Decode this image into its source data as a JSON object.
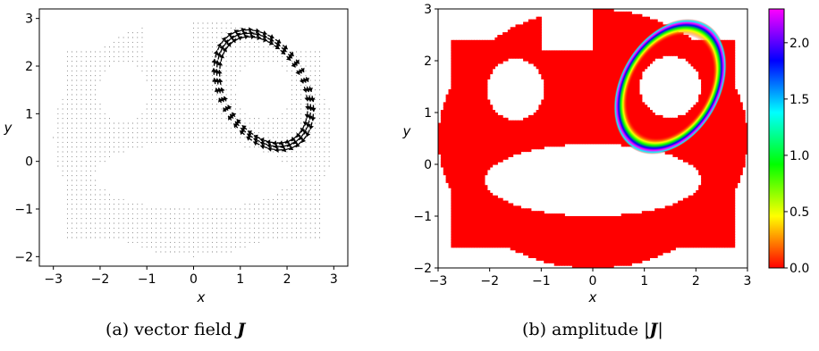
{
  "figure": {
    "caption_a_prefix": "(a) vector field ",
    "caption_a_symbol": "J",
    "caption_b_prefix": "(b) amplitude |",
    "caption_b_symbol": "J",
    "caption_b_suffix": "|"
  },
  "chart_data": [
    {
      "type": "quiver",
      "xlabel": "x",
      "ylabel": "y",
      "xlim": [
        -3.3,
        3.3
      ],
      "ylim": [
        -2.2,
        3.2
      ],
      "xticks": [
        -3,
        -2,
        -1,
        0,
        1,
        2,
        3
      ],
      "xtick_labels": [
        "−3",
        "−2",
        "−1",
        "0",
        "1",
        "2",
        "3"
      ],
      "yticks": [
        -2,
        -1,
        0,
        1,
        2,
        3
      ],
      "ytick_labels": [
        "−2",
        "−1",
        "0",
        "1",
        "2",
        "3"
      ],
      "grid": false,
      "domain": {
        "outer_blob": {
          "center": [
            0,
            0.5
          ],
          "rx": 3.0,
          "ry": 2.5
        },
        "top_notch_x": [
          -1.0,
          0.0
        ],
        "holes": [
          {
            "center": [
              -1.5,
              1.45
            ],
            "rx": 0.55,
            "ry": 0.6
          },
          {
            "center": [
              1.5,
              1.5
            ],
            "rx": 0.6,
            "ry": 0.6
          },
          {
            "center": [
              0,
              -0.3
            ],
            "rx": 2.1,
            "ry": 0.7
          }
        ]
      },
      "current_loop": {
        "center": [
          1.5,
          1.5
        ],
        "rx": 0.9,
        "ry": 1.3,
        "angle_deg": 30
      }
    },
    {
      "type": "heatmap",
      "xlabel": "x",
      "ylabel": "y",
      "xlim": [
        -3,
        3
      ],
      "ylim": [
        -2,
        3
      ],
      "xticks": [
        -3,
        -2,
        -1,
        0,
        1,
        2,
        3
      ],
      "xtick_labels": [
        "−3",
        "−2",
        "−1",
        "0",
        "1",
        "2",
        "3"
      ],
      "yticks": [
        -2,
        -1,
        0,
        1,
        2,
        3
      ],
      "ytick_labels": [
        "−2",
        "−1",
        "0",
        "1",
        "2",
        "3"
      ],
      "colormap": "gist_rainbow_r",
      "background_color": "#ff0000",
      "colorbar": {
        "range": [
          0,
          2.3
        ],
        "ticks": [
          0.0,
          0.5,
          1.0,
          1.5,
          2.0
        ],
        "tick_labels": [
          "0.0",
          "0.5",
          "1.0",
          "1.5",
          "2.0"
        ],
        "colors": [
          "#ff0000",
          "#ffff00",
          "#00ff00",
          "#00ffff",
          "#0000ff",
          "#ff00ff"
        ]
      },
      "domain": {
        "outer_blob": {
          "center": [
            0,
            0.5
          ],
          "rx": 3.0,
          "ry": 2.5
        },
        "top_notch_x": [
          -1.0,
          0.0
        ],
        "holes": [
          {
            "center": [
              -1.5,
              1.45
            ],
            "rx": 0.55,
            "ry": 0.6
          },
          {
            "center": [
              1.5,
              1.5
            ],
            "rx": 0.6,
            "ry": 0.6
          },
          {
            "center": [
              0,
              -0.3
            ],
            "rx": 2.1,
            "ry": 0.7
          }
        ]
      },
      "ring": {
        "center": [
          1.5,
          1.5
        ],
        "rx": 0.9,
        "ry": 1.3,
        "angle_deg": 30,
        "peak": 2.3
      }
    }
  ]
}
